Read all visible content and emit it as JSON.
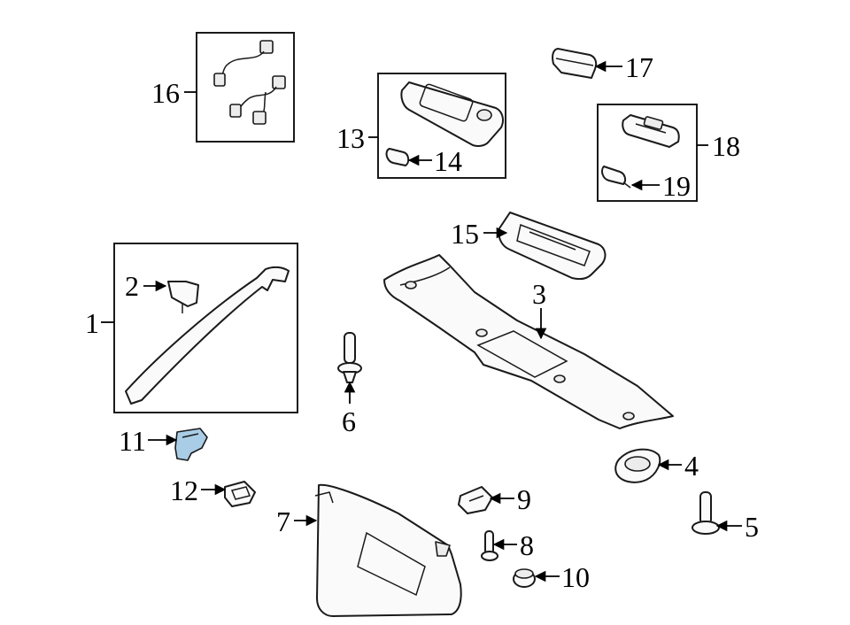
{
  "diagram": {
    "highlight_color": "#a9cde6",
    "line_color": "#1a1a1a",
    "callouts": [
      "1",
      "2",
      "3",
      "4",
      "5",
      "6",
      "7",
      "8",
      "9",
      "10",
      "11",
      "12",
      "13",
      "14",
      "15",
      "16",
      "17",
      "18",
      "19"
    ]
  }
}
